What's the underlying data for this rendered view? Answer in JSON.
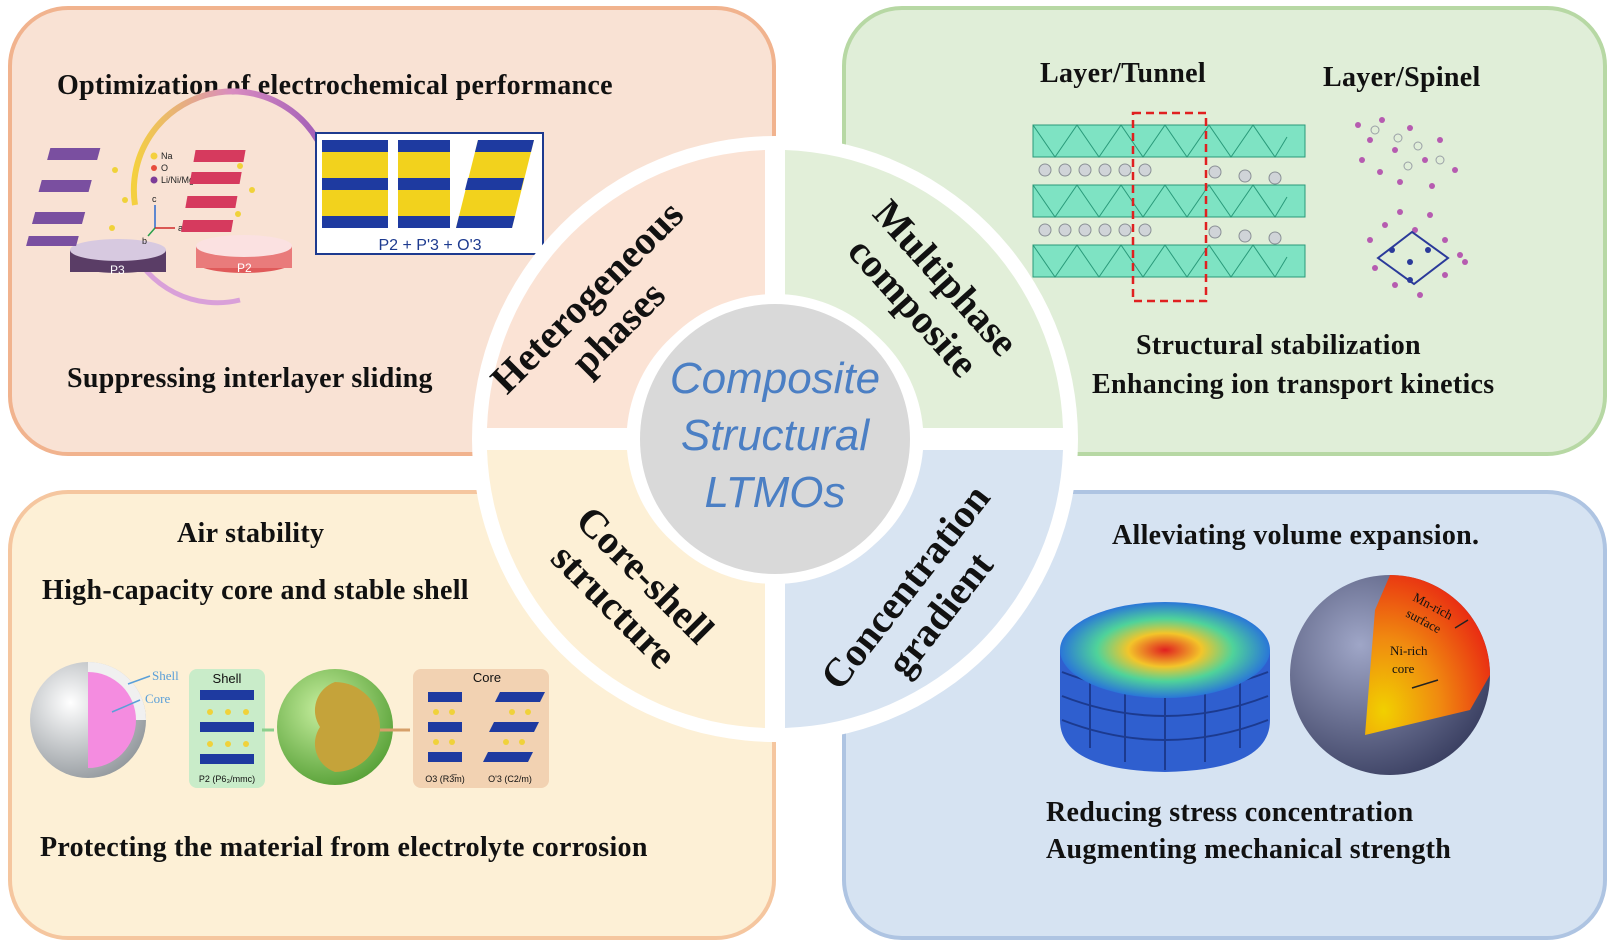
{
  "center": {
    "line1": "Composite",
    "line2": "Structural",
    "line3": "LTMOs",
    "color": "#4b7fc4"
  },
  "quadrants": {
    "heterogeneous": {
      "label_line1": "Heterogeneous",
      "label_line2": "phases",
      "title": "Optimization of electrochemical performance",
      "caption": "Suppressing interlayer sliding",
      "legend": [
        "Na",
        "O",
        "Li/Ni/Mg/Mn"
      ],
      "axes": [
        "c",
        "a",
        "b"
      ],
      "phase_left": "P3",
      "phase_right": "P2",
      "phase_formula": "P2 + P'3 + O'3"
    },
    "multiphase": {
      "label_line1": "Multiphase",
      "label_line2": "composite",
      "sub1": "Layer/Tunnel",
      "sub2": "Layer/Spinel",
      "caption1": "Structural stabilization",
      "caption2": "Enhancing ion transport kinetics"
    },
    "coreshell": {
      "label_line1": "Core-shell",
      "label_line2": "structure",
      "text1": "Air stability",
      "text2": "High-capacity core and stable shell",
      "caption": "Protecting the material from electrolyte corrosion",
      "shell_label": "Shell",
      "core_label": "Core",
      "box_shell": "Shell",
      "box_core": "Core",
      "p2_label": "P2 (P6₃/mmc)",
      "o3_label": "O3 (R3̅m)",
      "o3p_label": "O'3 (C2/m)"
    },
    "gradient": {
      "label_line1": "Concentration",
      "label_line2": "gradient",
      "title": "Alleviating volume expansion.",
      "caption1": "Reducing stress concentration",
      "caption2": "Augmenting mechanical strength",
      "mn_label1": "Mn-rich",
      "mn_label2": "surface",
      "ni_label1": "Ni-rich",
      "ni_label2": "core"
    }
  }
}
